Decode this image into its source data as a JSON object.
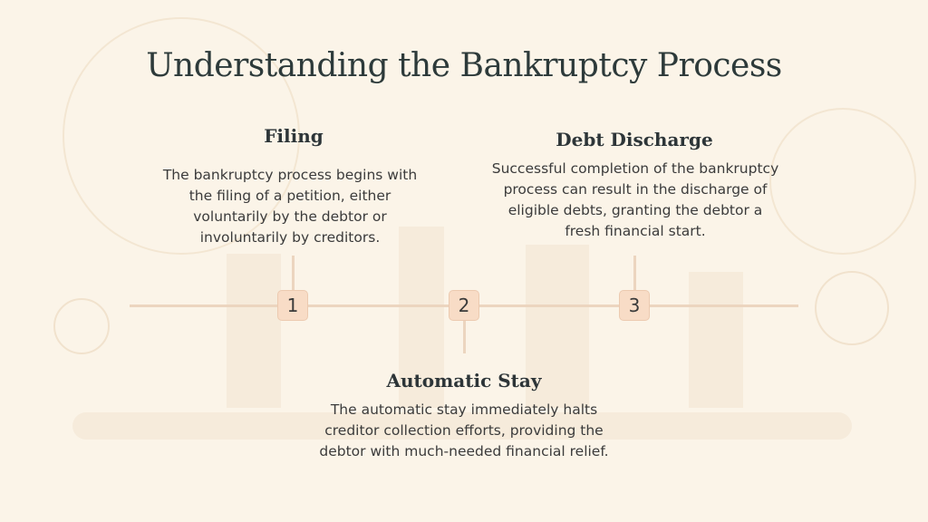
{
  "title": "Understanding the Bankruptcy Process",
  "steps": [
    {
      "number": "1",
      "title": "Filing",
      "description": "The bankruptcy process begins with the filing of a petition, either voluntarily by the debtor or involuntarily by creditors."
    },
    {
      "number": "2",
      "title": "Automatic Stay",
      "description": "The automatic stay immediately halts creditor collection efforts, providing the debtor with much-needed financial relief."
    },
    {
      "number": "3",
      "title": "Debt Discharge",
      "description": "Successful completion of the bankruptcy process can result in the discharge of eligible debts, granting the debtor a fresh financial start."
    }
  ],
  "colors": {
    "background": "#fbf4e8",
    "timeline": "#ecd5bf",
    "marker": "#f8dcc6",
    "title": "#2d3a3a"
  }
}
